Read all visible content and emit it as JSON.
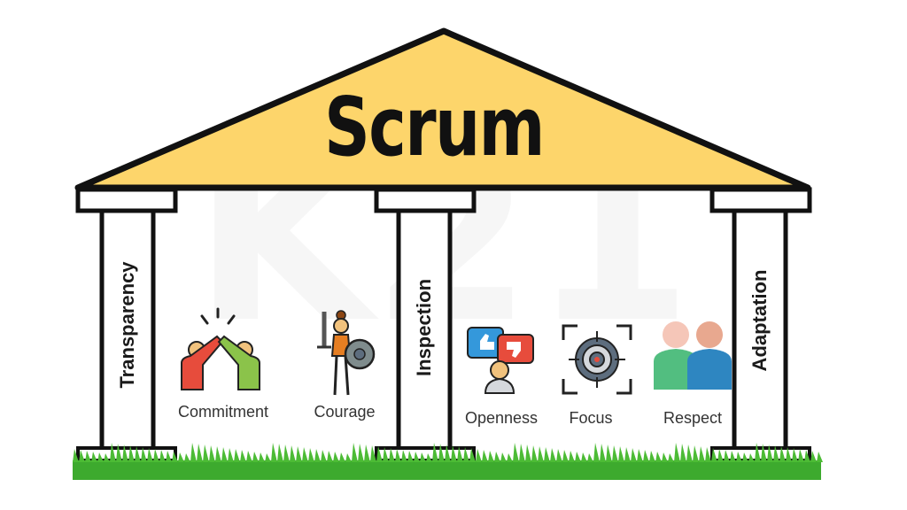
{
  "title": "Scrum",
  "watermark": "K21",
  "pillars": [
    {
      "label": "Transparency"
    },
    {
      "label": "Inspection"
    },
    {
      "label": "Adaptation"
    }
  ],
  "values": [
    {
      "label": "Commitment",
      "icon": "high-five-icon"
    },
    {
      "label": "Courage",
      "icon": "warrior-icon"
    },
    {
      "label": "Openness",
      "icon": "feedback-icon"
    },
    {
      "label": "Focus",
      "icon": "target-icon"
    },
    {
      "label": "Respect",
      "icon": "people-icon"
    }
  ],
  "colors": {
    "roof": "#FDD56B",
    "grass": "#3DAA2E",
    "outline": "#111111"
  }
}
